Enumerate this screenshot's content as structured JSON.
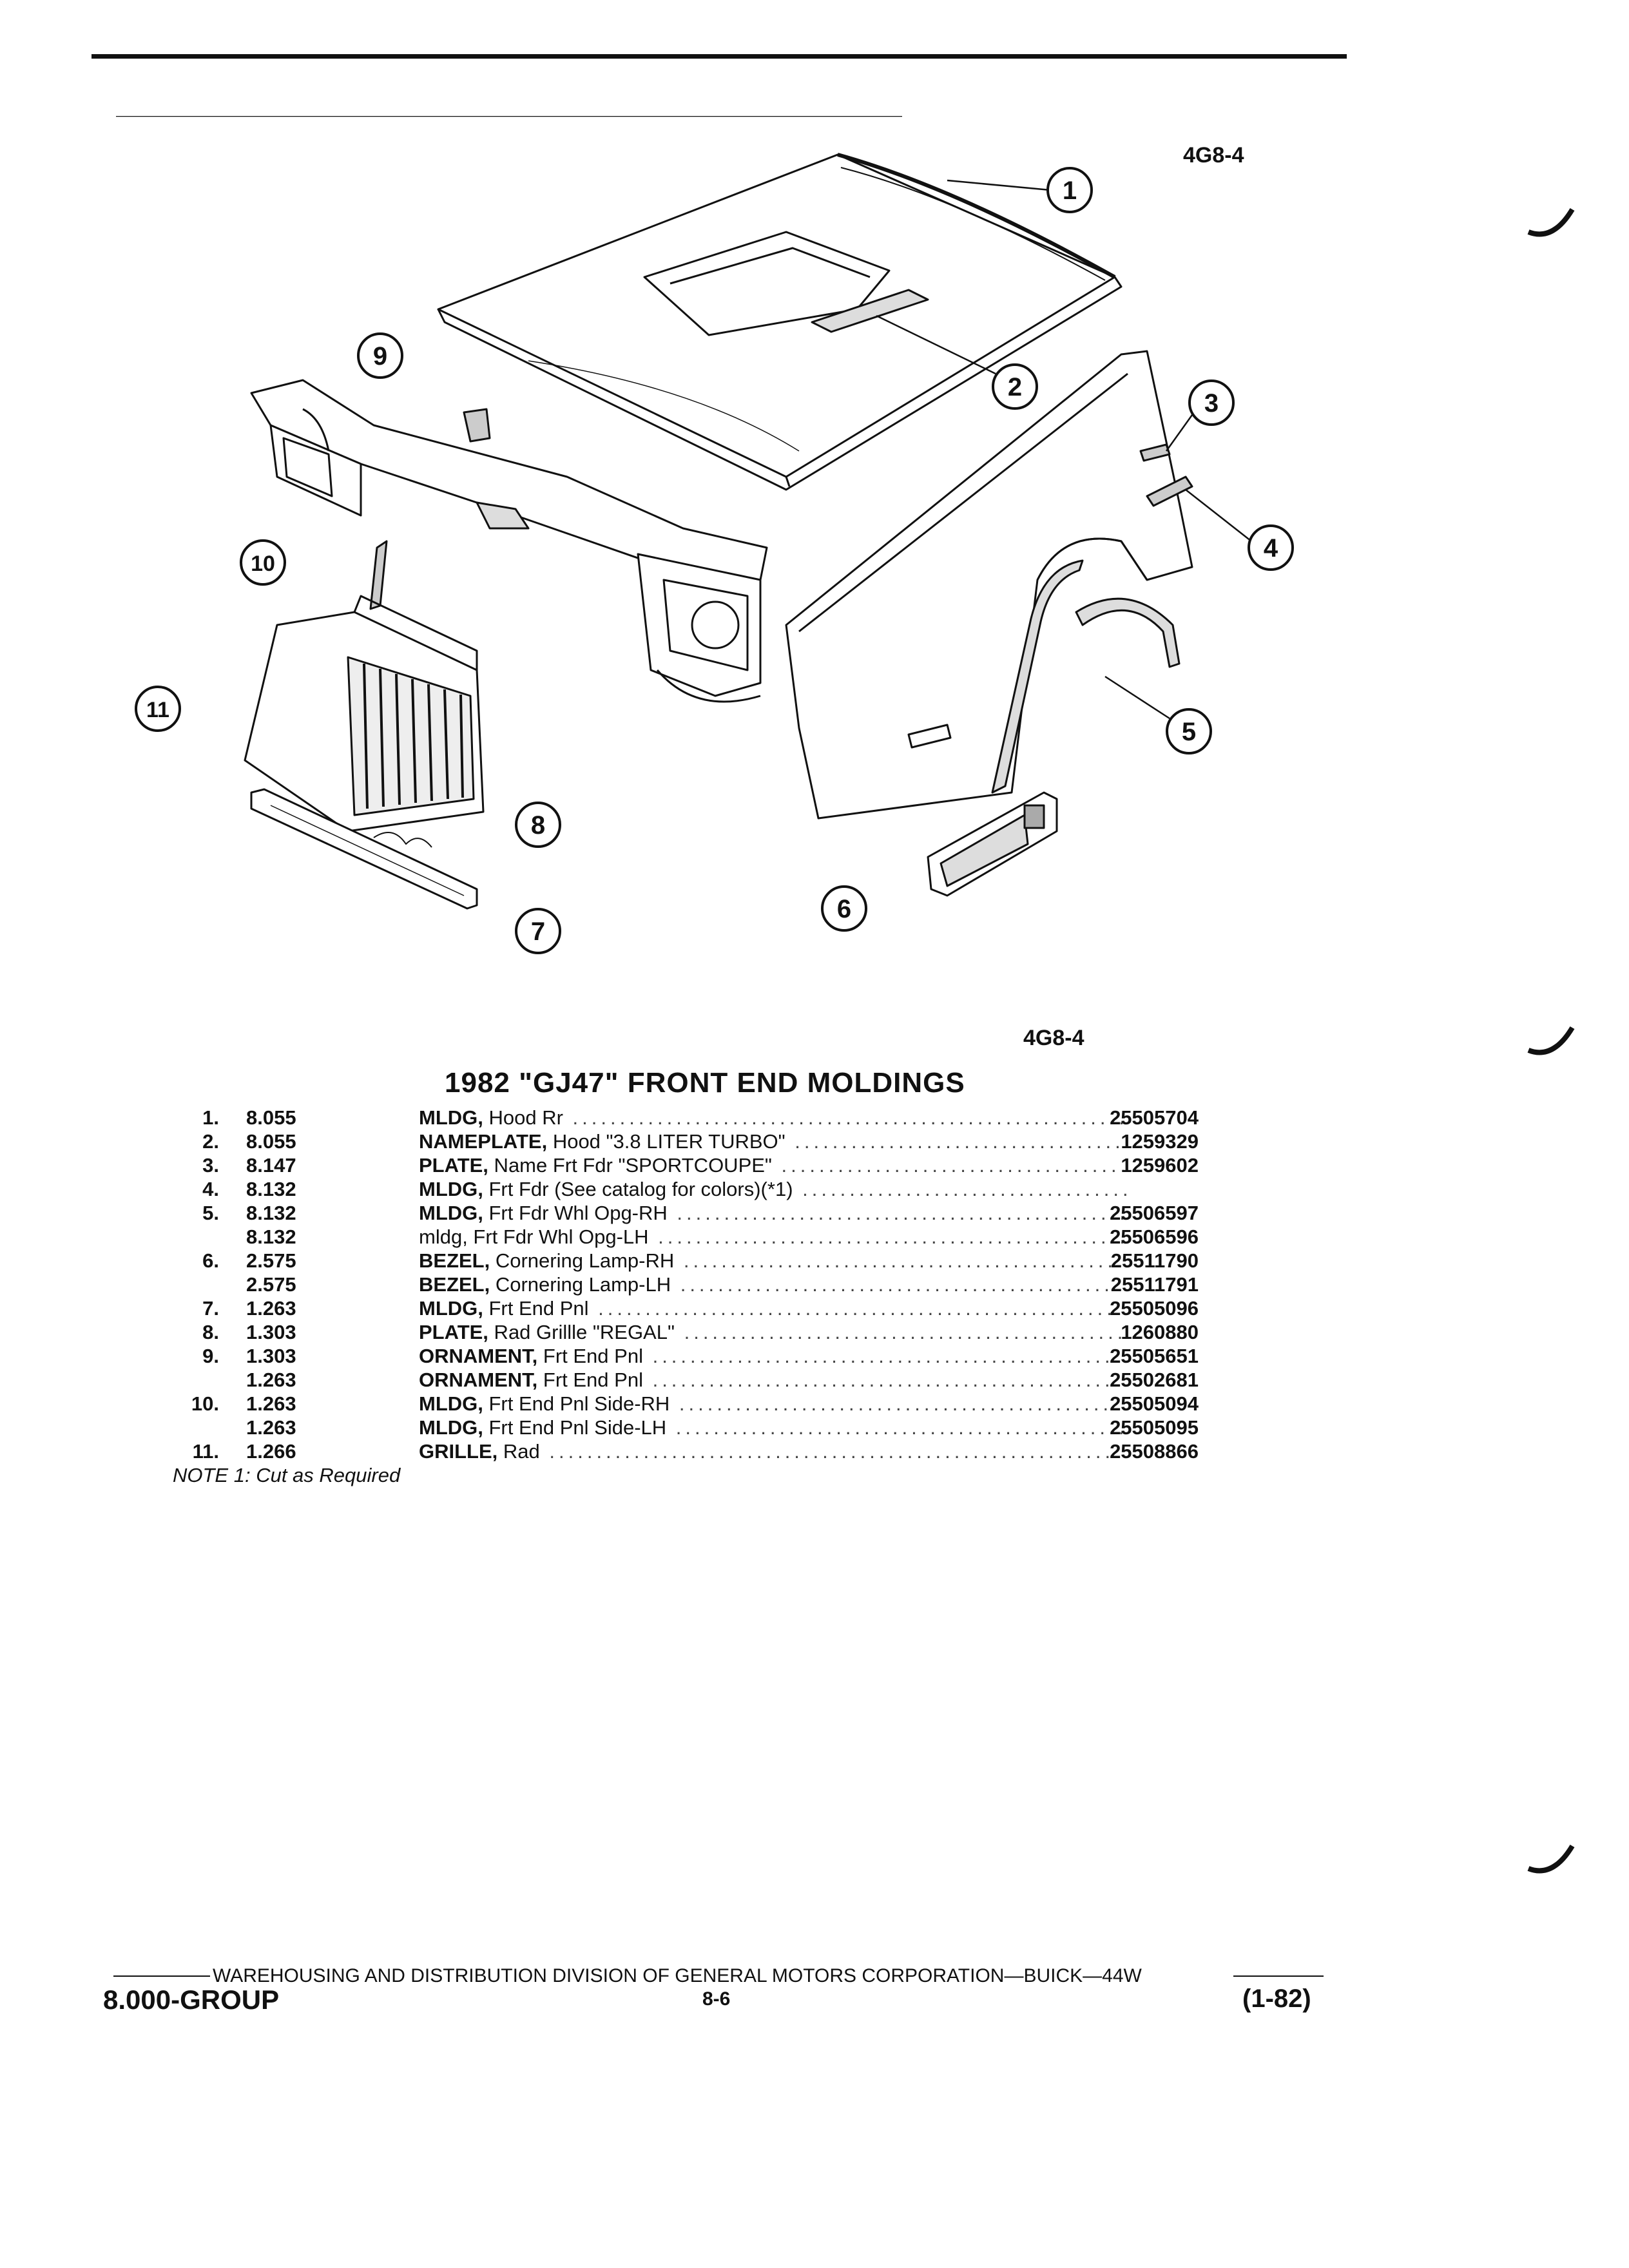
{
  "figure_code": "4G8-4",
  "figure_code_bottom": "4G8-4",
  "title": "1982 \"GJ47\" FRONT END MOLDINGS",
  "callouts": [
    "1",
    "2",
    "3",
    "4",
    "5",
    "6",
    "7",
    "8",
    "9",
    "10",
    "11"
  ],
  "parts": [
    {
      "num": "1.",
      "grp": "8.055",
      "name": "MLDG,",
      "desc": " Hood Rr",
      "pn": "25505704"
    },
    {
      "num": "2.",
      "grp": "8.055",
      "name": "NAMEPLATE,",
      "desc": " Hood \"3.8 LITER TURBO\"",
      "pn": "1259329"
    },
    {
      "num": "3.",
      "grp": "8.147",
      "name": "PLATE,",
      "desc": " Name Frt Fdr \"SPORTCOUPE\"",
      "pn": "1259602"
    },
    {
      "num": "4.",
      "grp": "8.132",
      "name": "MLDG,",
      "desc": " Frt Fdr (See catalog for colors)(*1)",
      "pn": ""
    },
    {
      "num": "5.",
      "grp": "8.132",
      "name": "MLDG,",
      "desc": " Frt Fdr Whl Opg-RH",
      "pn": "25506597"
    },
    {
      "num": "",
      "grp": "8.132",
      "name": "",
      "desc": "mldg, Frt Fdr Whl Opg-LH",
      "pn": "25506596"
    },
    {
      "num": "6.",
      "grp": "2.575",
      "name": "BEZEL,",
      "desc": " Cornering Lamp-RH",
      "pn": "25511790"
    },
    {
      "num": "",
      "grp": "2.575",
      "name": "BEZEL,",
      "desc": " Cornering Lamp-LH",
      "pn": "25511791"
    },
    {
      "num": "7.",
      "grp": "1.263",
      "name": "MLDG,",
      "desc": " Frt End Pnl",
      "pn": "25505096"
    },
    {
      "num": "8.",
      "grp": "1.303",
      "name": "PLATE,",
      "desc": " Rad Grillle \"REGAL\"",
      "pn": "1260880"
    },
    {
      "num": "9.",
      "grp": "1.303",
      "name": "ORNAMENT,",
      "desc": " Frt End Pnl",
      "pn": "25505651"
    },
    {
      "num": "",
      "grp": "1.263",
      "name": "ORNAMENT,",
      "desc": " Frt End Pnl",
      "pn": "25502681"
    },
    {
      "num": "10.",
      "grp": "1.263",
      "name": "MLDG,",
      "desc": " Frt End Pnl Side-RH",
      "pn": "25505094"
    },
    {
      "num": "",
      "grp": "1.263",
      "name": "MLDG,",
      "desc": " Frt End Pnl Side-LH",
      "pn": "25505095"
    },
    {
      "num": "11.",
      "grp": "1.266",
      "name": "GRILLE,",
      "desc": " Rad",
      "pn": "25508866"
    }
  ],
  "note": "NOTE 1: Cut as Required",
  "footer": {
    "line": "WAREHOUSING AND DISTRIBUTION DIVISION OF GENERAL MOTORS CORPORATION—BUICK—44W",
    "group": "8.000-GROUP",
    "page": "8-6",
    "date": "(1-82)"
  }
}
